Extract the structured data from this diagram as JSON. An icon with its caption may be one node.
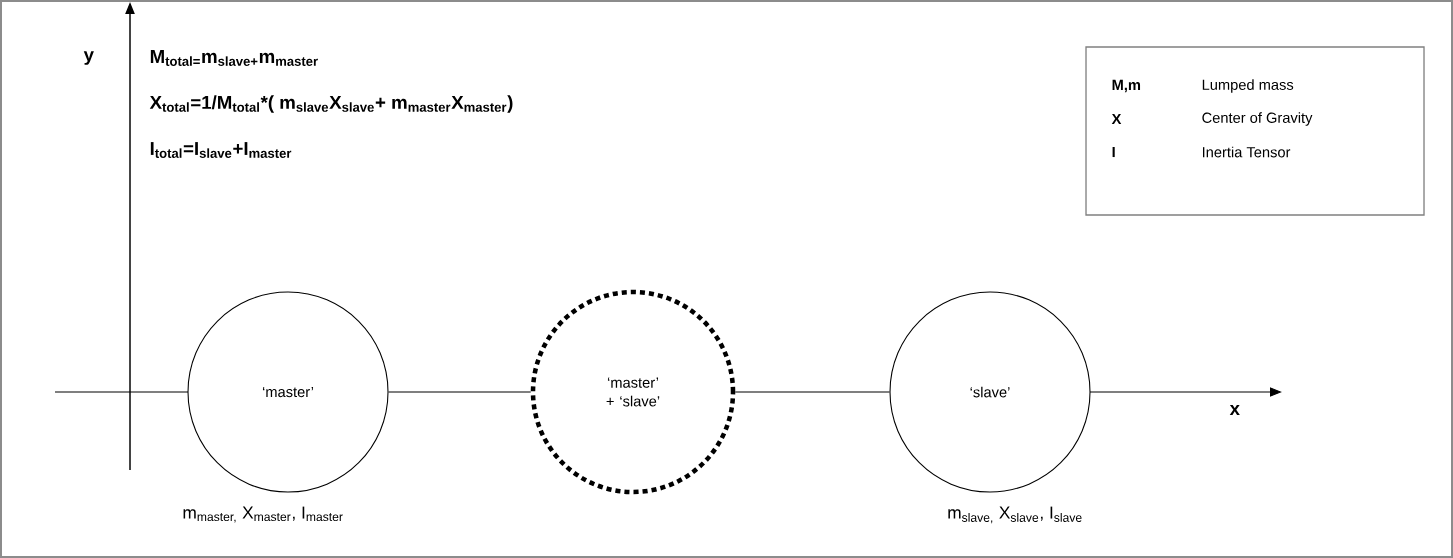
{
  "diagram": {
    "nodes": [
      {
        "text": [
          "‘master’"
        ],
        "beside": [
          "m$_{master,}$ X$_{master}$, I$_{master}$"
        ]
      },
      {
        "text": [
          "‘master’ + ‘slave’"
        ]
      },
      {
        "text": [
          "‘slave’"
        ],
        "beside": [
          "m$_{slave,}$ X$_{slave}$, I$_{slave}$"
        ]
      }
    ],
    "edges": [
      {
        "from": 0,
        "to": 1,
        "arrow": "none"
      },
      {
        "from": 1,
        "to": 2,
        "arrow": "none"
      }
    ],
    "labels": [
      "y",
      "M$_{total=}$m$_{slave+}$m$_{master}$",
      "X$_{total}$=1/M$_{total}$*( m$_{slave}$X$_{slave}$+ m$_{master}$X$_{master}$)",
      "I$_{total}$=I$_{slave}$+I$_{master}$",
      "M,m",
      "Lumped mass",
      "X",
      "Center of Gravity",
      "I",
      "Inertia Tensor",
      "x"
    ]
  }
}
